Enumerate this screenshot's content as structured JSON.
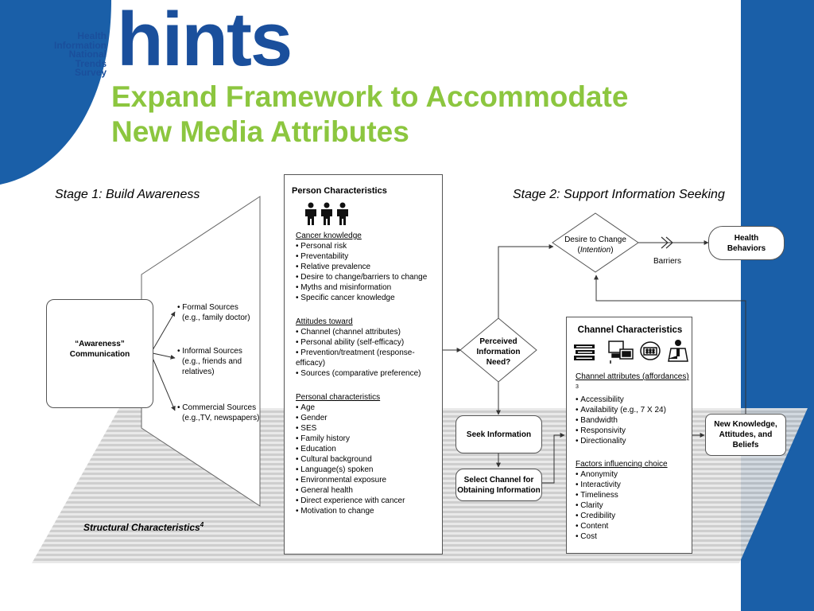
{
  "logo": {
    "word": "hints",
    "lines": [
      "Health",
      "Information",
      "National",
      "Trends",
      "Survey"
    ]
  },
  "title": {
    "line1": "Expand Framework to Accommodate",
    "line2": "New Media Attributes"
  },
  "stages": {
    "stage1": "Stage 1: Build Awareness",
    "stage2": "Stage 2: Support Information Seeking"
  },
  "awareness": {
    "line1": "“Awareness”",
    "line2": "Communication"
  },
  "sources": {
    "formal": [
      "Formal Sources",
      "(e.g., family doctor)"
    ],
    "informal": [
      "Informal Sources",
      "(e.g., friends and",
      "relatives)"
    ],
    "commercial": [
      "Commercial Sources",
      "(e.g.,TV, newspapers)"
    ]
  },
  "person": {
    "title": "Person Characteristics",
    "cancer_heading": "Cancer knowledge",
    "cancer_items": [
      "Personal risk",
      "Preventability",
      "Relative prevalence",
      "Desire to change/barriers to change",
      "Myths and misinformation",
      "Specific cancer knowledge"
    ],
    "attitudes_heading": "Attitudes toward",
    "attitudes_items": [
      "Channel (channel attributes)",
      "Personal ability (self-efficacy)",
      "Prevention/treatment  (response-efficacy)",
      "Sources (comparative preference)"
    ],
    "personal_heading": "Personal characteristics",
    "personal_items": [
      "Age",
      "Gender",
      "SES",
      "Family history",
      "Education",
      "Cultural background",
      "Language(s) spoken",
      "Environmental exposure",
      "General health",
      "Direct experience with cancer",
      "Motivation to change"
    ]
  },
  "perceived": [
    "Perceived",
    "Information",
    "Need?"
  ],
  "seek": "Seek Information",
  "select_channel": [
    "Select Channel for",
    "Obtaining Information"
  ],
  "desire": {
    "line1": "Desire to Change",
    "line2": "Intention"
  },
  "barriers": "Barriers",
  "health_behaviors": [
    "Health",
    "Behaviors"
  ],
  "channel": {
    "title": "Channel Characteristics",
    "attr_heading": "Channel attributes (affordances)",
    "attr_sup": "3",
    "attr_items": [
      "Accessibility",
      "Availability (e.g., 7 X 24)",
      "Bandwidth",
      "Responsivity",
      "Directionality"
    ],
    "factors_heading": "Factors influencing choice",
    "factors_items": [
      "Anonymity",
      "Interactivity",
      "Timeliness",
      "Clarity",
      "Credibility",
      "Content",
      "Cost"
    ]
  },
  "new_knowledge": [
    "New Knowledge,",
    "Attitudes, and Beliefs"
  ],
  "structural": {
    "label": "Structural Characteristics",
    "sup": "4"
  },
  "colors": {
    "accent_green": "#8cc63f",
    "brand_blue": "#1a5fa8",
    "logo_blue": "#1a4f9c"
  }
}
